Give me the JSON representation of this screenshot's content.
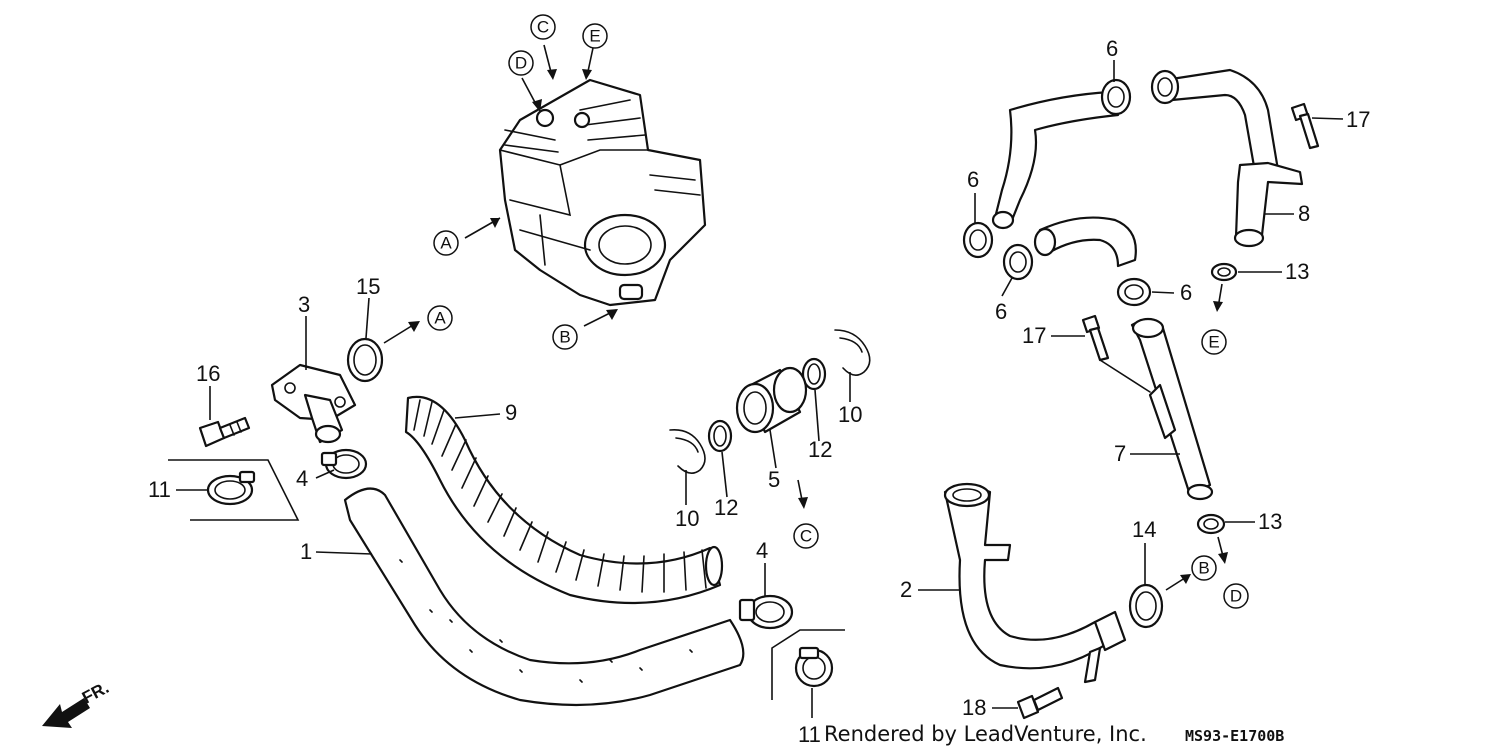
{
  "labels": {
    "n1": "1",
    "n2": "2",
    "n3": "3",
    "n4a": "4",
    "n4b": "4",
    "n5": "5",
    "n6a": "6",
    "n6b": "6",
    "n6c": "6",
    "n6d": "6",
    "n7": "7",
    "n8": "8",
    "n9": "9",
    "n10a": "10",
    "n10b": "10",
    "n11a": "11",
    "n11b": "11",
    "n12a": "12",
    "n12b": "12",
    "n13a": "13",
    "n13b": "13",
    "n14": "14",
    "n15": "15",
    "n16": "16",
    "n17a": "17",
    "n17b": "17",
    "n18": "18"
  },
  "refs": {
    "A": "A",
    "B": "B",
    "C": "C",
    "D": "D",
    "E": "E"
  },
  "footer": {
    "credit": "Rendered by LeadVenture, Inc.",
    "code": "MS93-E1700B"
  },
  "direction": {
    "label": "FR."
  }
}
